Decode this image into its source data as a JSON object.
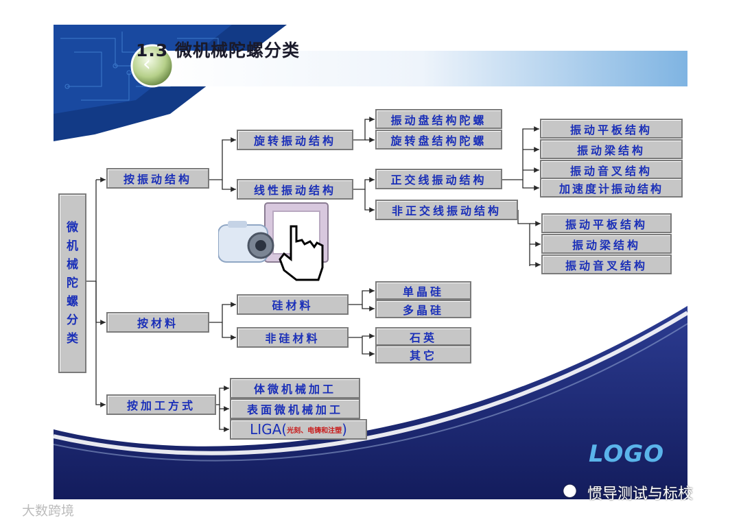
{
  "title": "1.3  微机械陀螺分类",
  "root": [
    "微",
    "机",
    "械",
    "陀",
    "螺",
    "分",
    "类"
  ],
  "level1": {
    "vibration": "按振动结构",
    "material": "按材料",
    "process": "按加工方式"
  },
  "vibration": {
    "rotary": "旋转振动结构",
    "linear": "线性振动结构",
    "rotary_children": [
      "振动盘结构陀螺",
      "旋转盘结构陀螺"
    ],
    "orthogonal": "正交线振动结构",
    "non_orthogonal": "非正交线振动结构",
    "orthogonal_children": [
      "振动平板结构",
      "振动梁结构",
      "振动音叉结构",
      "加速度计振动结构"
    ],
    "non_orthogonal_children": [
      "振动平板结构",
      "振动梁结构",
      "振动音叉结构"
    ]
  },
  "material": {
    "silicon": "硅材料",
    "non_silicon": "非硅材料",
    "silicon_children": [
      "单晶硅",
      "多晶硅"
    ],
    "non_silicon_children": [
      "石英",
      "其它"
    ]
  },
  "process": {
    "items": [
      "体微机械加工",
      "表面微机械加工"
    ],
    "liga_main": "LIGA(",
    "liga_note": "光刻、电铸和注塑",
    "liga_close": ")"
  },
  "logo": "LOGO",
  "watermark": "惯导测试与标校",
  "watermark2": "大数跨境",
  "colors": {
    "box_fill": "#c6c6c6",
    "box_text": "#1a2fb8",
    "navy": "#1c2a78",
    "logo": "#5ab4ea"
  }
}
